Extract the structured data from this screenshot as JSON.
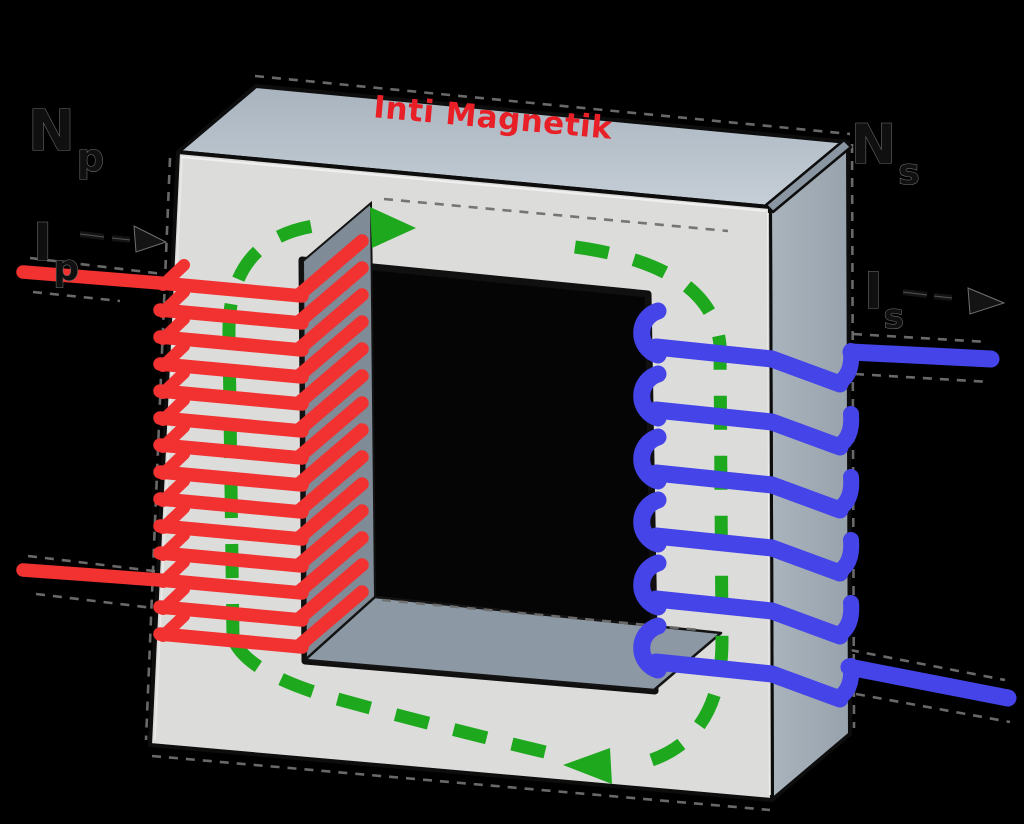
{
  "diagram": {
    "title": {
      "text": "Inti Magnetik",
      "color": "#e81f26"
    },
    "labels": {
      "primary_turns": {
        "main": "N",
        "sub": "p"
      },
      "secondary_turns": {
        "main": "N",
        "sub": "s"
      },
      "primary_current": {
        "main": "I",
        "sub": "p"
      },
      "secondary_current": {
        "main": "I",
        "sub": "s"
      }
    },
    "colors": {
      "primary_coil": "#f23131",
      "secondary_coil": "#4444e8",
      "flux": "#1ea81e",
      "core_front": "#dcdcda",
      "core_top_light": "#c6cfd7",
      "core_top_dark": "#a8b3be",
      "core_side_light": "#aab4bd",
      "core_side_dark": "#97a2ac",
      "core_inner_left": "#7f8b96",
      "core_inner_bottom": "#8c98a3",
      "outline": "#0d0d0d",
      "background": "#000000",
      "current_arrow": "#141414"
    },
    "primary_coil": {
      "turns": 14,
      "pitch": 27,
      "side": "left"
    },
    "secondary_coil": {
      "turns": 6,
      "pitch": 63,
      "side": "right"
    },
    "flux_direction": "clockwise"
  }
}
